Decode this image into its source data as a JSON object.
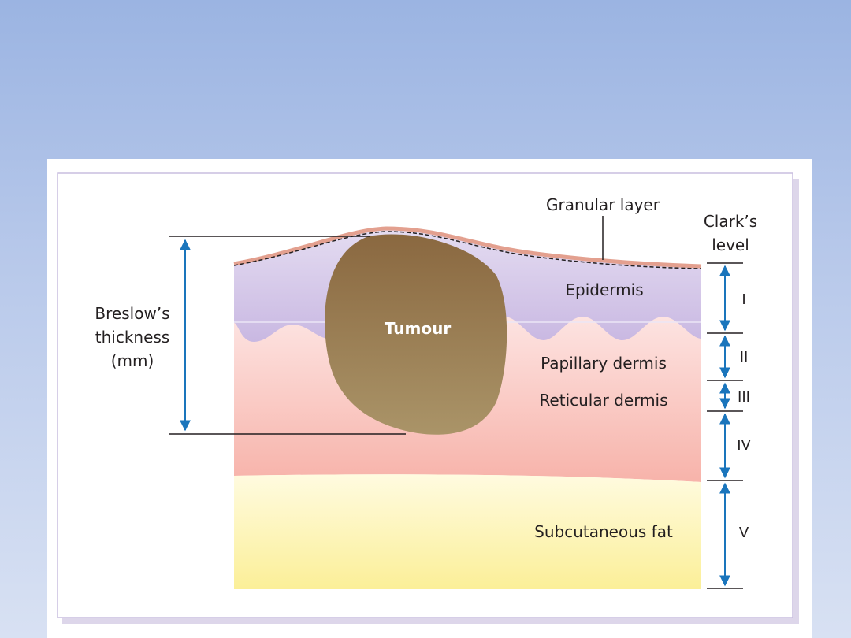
{
  "labels": {
    "granular_layer": "Granular layer",
    "clarks_line1": "Clark’s",
    "clarks_line2": "level",
    "epidermis": "Epidermis",
    "tumour": "Tumour",
    "papillary_dermis": "Papillary dermis",
    "reticular_dermis": "Reticular dermis",
    "subcutaneous_fat": "Subcutaneous fat",
    "breslow_line1": "Breslow’s",
    "breslow_line2": "thickness",
    "breslow_line3": "(mm)"
  },
  "clark_levels": [
    "I",
    "II",
    "III",
    "IV",
    "V"
  ],
  "colors": {
    "arrow": "#1a75bc",
    "epidermis": "#d5c8e9",
    "dermis": "#f8b9b0",
    "fat": "#fbf2a6",
    "tumour": "#9a7d55",
    "granular": "#e3a08f"
  }
}
